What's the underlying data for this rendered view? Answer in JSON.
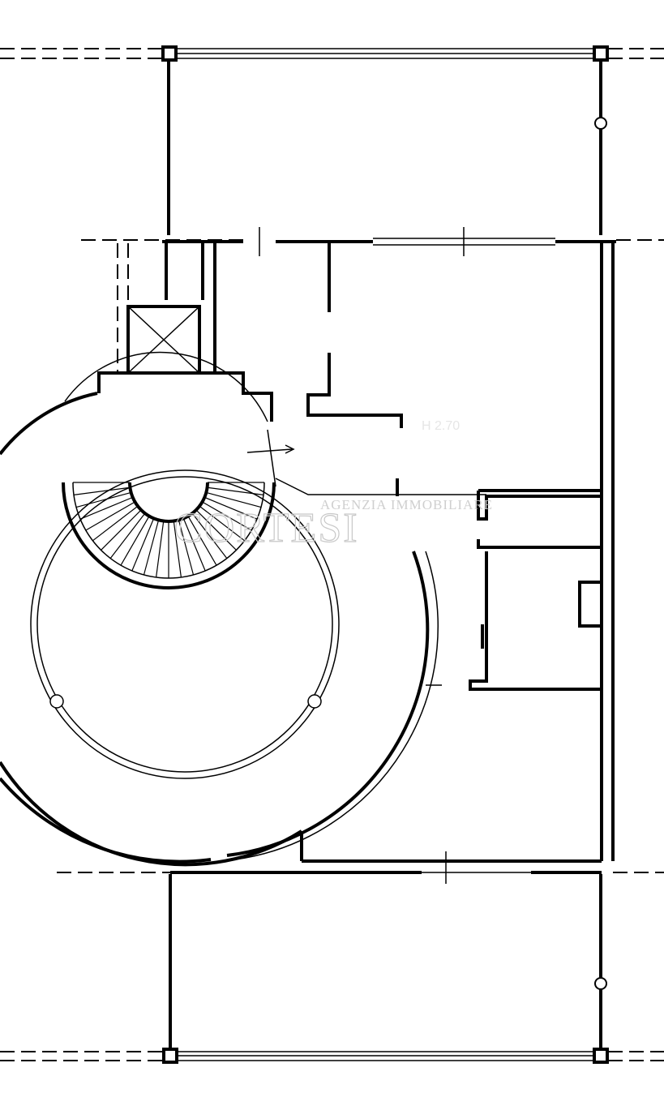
{
  "plan": {
    "watermark_line1": "AGENZIA IMMOBILIARE",
    "watermark_line2": "CORTESI",
    "height_label": "H 2.70"
  }
}
